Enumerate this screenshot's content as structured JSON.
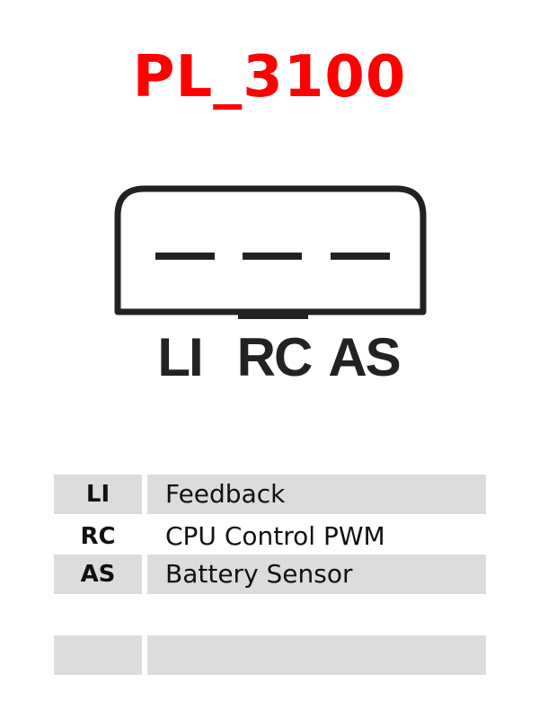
{
  "title": "PL_3100",
  "colors": {
    "title": "#ff0000",
    "connector": "#222222",
    "shade": "#dcdcdc"
  },
  "connector": {
    "pins": [
      "LI",
      "RC",
      "AS"
    ]
  },
  "table": {
    "rows": [
      {
        "code": "LI",
        "desc": "Feedback",
        "shaded": true
      },
      {
        "code": "RC",
        "desc": "CPU Control PWM",
        "shaded": false
      },
      {
        "code": "AS",
        "desc": "Battery Sensor",
        "shaded": true
      },
      {
        "code": "",
        "desc": "",
        "shaded": false
      },
      {
        "code": "",
        "desc": "",
        "shaded": true
      }
    ]
  }
}
